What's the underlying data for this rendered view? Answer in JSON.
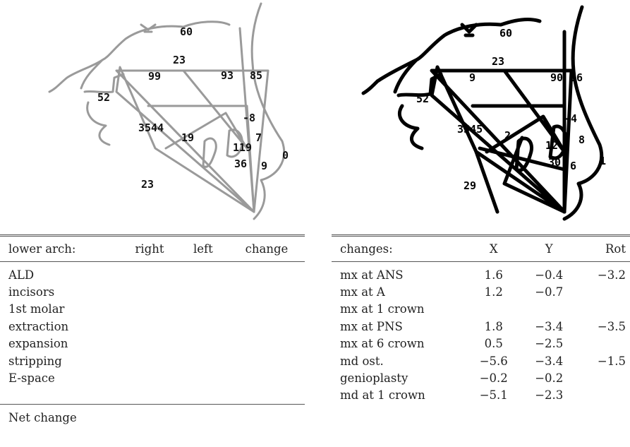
{
  "before_labels": [
    "60",
    "23",
    "99",
    "93",
    "85",
    "52",
    "-8",
    "3544",
    "19",
    "7",
    "119",
    "0",
    "36",
    "9",
    "23"
  ],
  "after_labels": [
    "60",
    "23",
    "9",
    "90",
    "86",
    "52",
    "-4",
    "3545",
    "2",
    "8",
    "12",
    "1",
    "30",
    "6",
    "29"
  ],
  "lower_arch": {
    "headers": [
      "lower arch:",
      "right",
      "left",
      "change"
    ],
    "rows": [
      "ALD",
      "incisors",
      "1st molar",
      "extraction",
      "expansion",
      "stripping",
      "E-space"
    ],
    "net": "Net change"
  },
  "changes": {
    "headers": [
      "changes:",
      "X",
      "Y",
      "Rot"
    ],
    "rows": [
      {
        "label": "mx at ANS",
        "x": "1.6",
        "y": "−0.4",
        "rot": "−3.2"
      },
      {
        "label": "mx at A",
        "x": "1.2",
        "y": "−0.7",
        "rot": ""
      },
      {
        "label": "mx at 1 crown",
        "x": "",
        "y": "",
        "rot": ""
      },
      {
        "label": "mx at PNS",
        "x": "1.8",
        "y": "−3.4",
        "rot": "−3.5"
      },
      {
        "label": "mx at 6 crown",
        "x": "0.5",
        "y": "−2.5",
        "rot": ""
      },
      {
        "label": "md ost.",
        "x": "−5.6",
        "y": "−3.4",
        "rot": "−1.5"
      },
      {
        "label": "genioplasty",
        "x": "−0.2",
        "y": "−0.2",
        "rot": ""
      },
      {
        "label": "md at 1 crown",
        "x": "−5.1",
        "y": "−2.3",
        "rot": ""
      }
    ]
  }
}
